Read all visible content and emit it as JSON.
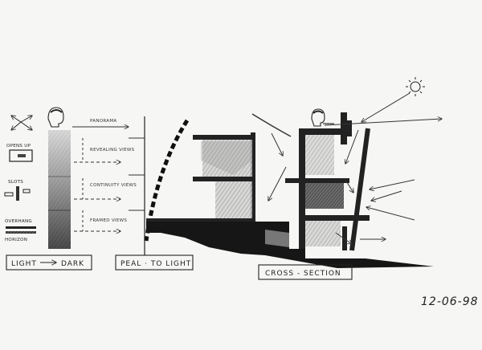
{
  "sketch": {
    "panel_left": {
      "items": [
        "OPENS UP",
        "SLOTS",
        "OVERHANG",
        "HORIZON"
      ],
      "caption_left": "LIGHT",
      "caption_right": "DARK",
      "notes": [
        "PANORAMA",
        "REVEALING VIEWS",
        "CONTINUITY VIEWS",
        "FRAMED VIEWS"
      ]
    },
    "panel_middle": {
      "caption": "PEAL · TO LIGHT"
    },
    "panel_right": {
      "caption": "CROSS - SECTION"
    },
    "date": "12-06-98"
  }
}
